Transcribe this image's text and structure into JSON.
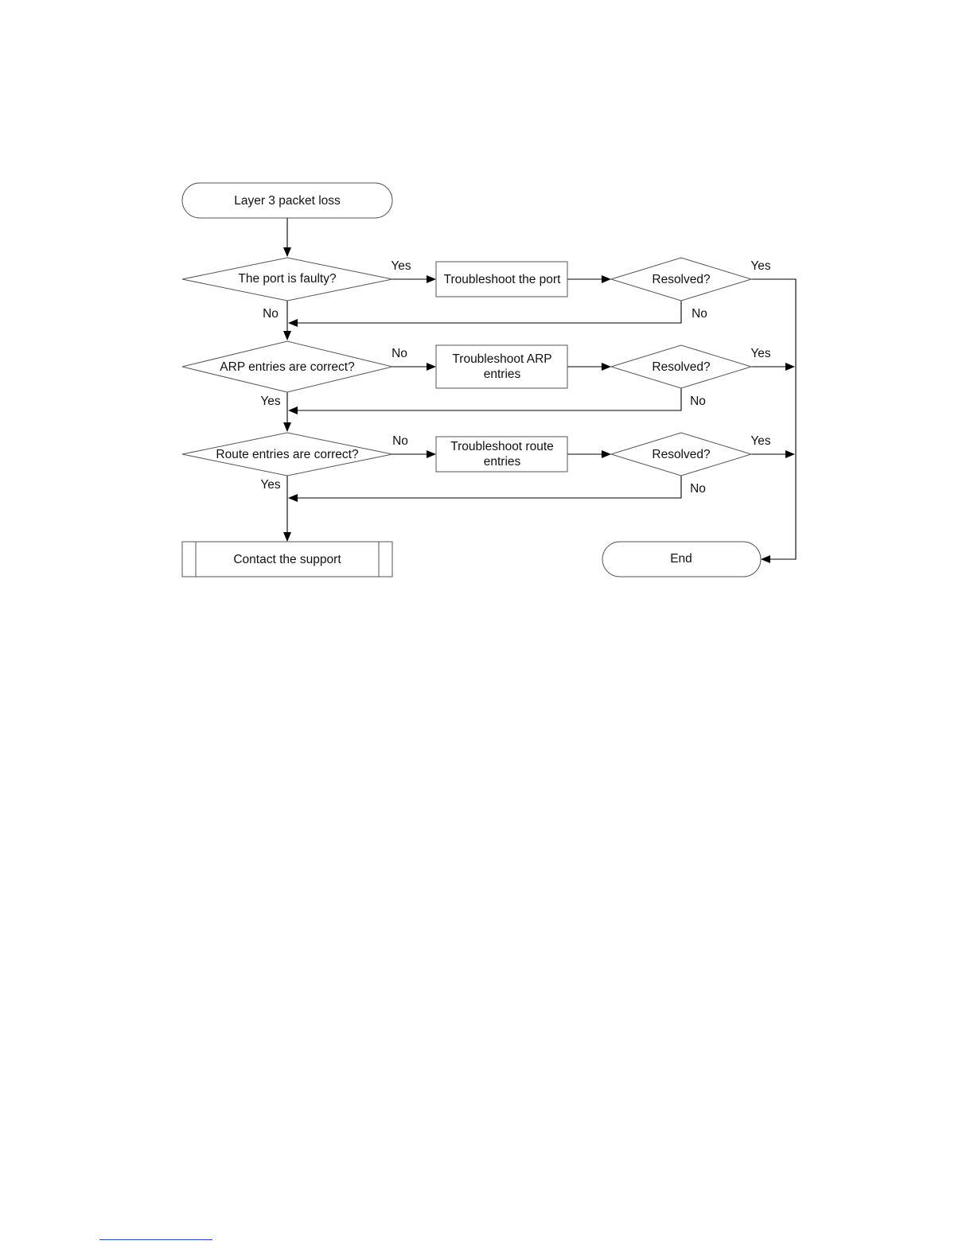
{
  "flowchart": {
    "start": "Layer 3 packet loss",
    "decision_port": "The port is faulty?",
    "process_port": "Troubleshoot the port",
    "resolved_1": "Resolved?",
    "decision_arp": "ARP entries are correct?",
    "process_arp_line1": "Troubleshoot ARP",
    "process_arp_line2": "entries",
    "resolved_2": "Resolved?",
    "decision_route": "Route entries are correct?",
    "process_route_line1": "Troubleshoot route",
    "process_route_line2": "entries",
    "resolved_3": "Resolved?",
    "support": "Contact the support",
    "end": "End"
  },
  "edge_labels": {
    "port_yes": "Yes",
    "resolved1_yes": "Yes",
    "port_no": "No",
    "resolved1_no": "No",
    "arp_no": "No",
    "resolved2_yes": "Yes",
    "arp_yes": "Yes",
    "resolved2_no": "No",
    "route_no": "No",
    "resolved3_yes": "Yes",
    "route_yes": "Yes",
    "resolved3_no": "No"
  }
}
